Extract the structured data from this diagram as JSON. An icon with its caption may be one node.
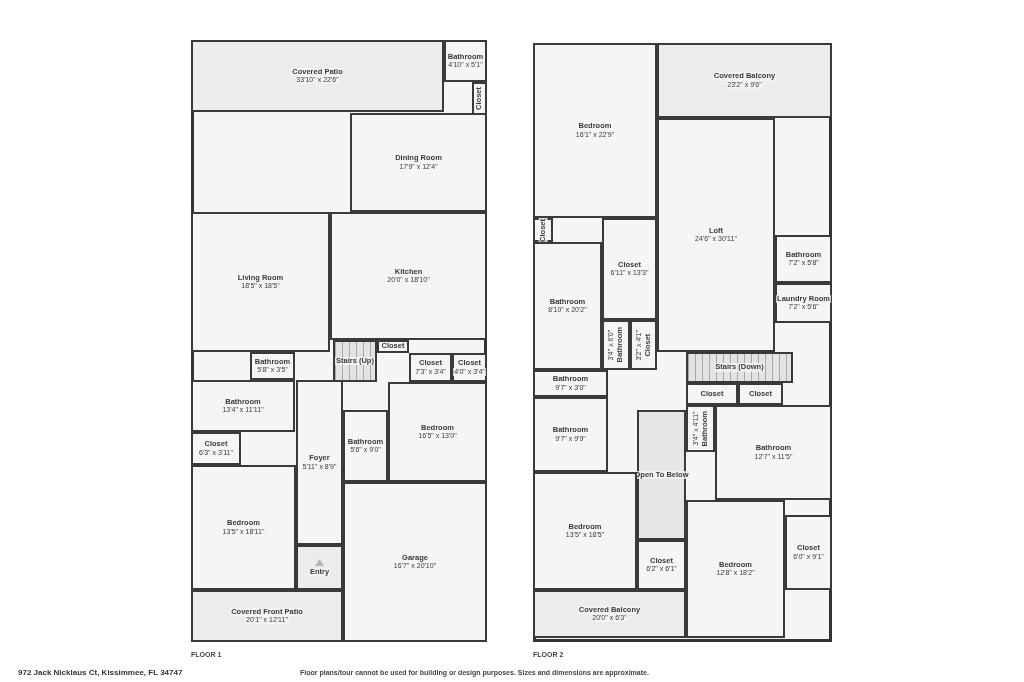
{
  "diagram": {
    "nodes": [
      {
        "text": [
          "FLOOR 1"
        ]
      },
      {
        "text": [
          "Covered Patio",
          "33'10\" x 22'6\""
        ],
        "in": 0
      },
      {
        "text": [
          "Bathroom",
          "4'10\" x 5'1\""
        ],
        "in": 0
      },
      {
        "text": [
          "Closet"
        ],
        "in": 0
      },
      {
        "text": [
          "Dining Room",
          "17'9\" x 12'4\""
        ],
        "in": 0
      },
      {
        "text": [
          "Living Room",
          "18'5\" x 18'5\""
        ],
        "in": 0
      },
      {
        "text": [
          "Kitchen",
          "20'0\" x 18'10\""
        ],
        "in": 0
      },
      {
        "text": [
          "Closet"
        ],
        "in": 0
      },
      {
        "text": [
          "Stairs (Up)"
        ],
        "in": 0
      },
      {
        "text": [
          "Closet",
          "7'3\" x 3'4\""
        ],
        "in": 0
      },
      {
        "text": [
          "Closet",
          "4'0\" x 3'4\""
        ],
        "in": 0
      },
      {
        "text": [
          "Bathroom",
          "5'8\" x 3'5\""
        ],
        "in": 0
      },
      {
        "text": [
          "Bathroom",
          "13'4\" x 11'11\""
        ],
        "in": 0
      },
      {
        "text": [
          "Closet",
          "6'3\" x 3'11\""
        ],
        "in": 0
      },
      {
        "text": [
          "Bathroom",
          "5'6\" x 9'0\""
        ],
        "in": 0
      },
      {
        "text": [
          "Bedroom",
          "16'5\" x 13'0\""
        ],
        "in": 0
      },
      {
        "text": [
          "Bedroom",
          "13'5\" x 18'11\""
        ],
        "in": 0
      },
      {
        "text": [
          "Foyer",
          "5'11\" x 8'9\""
        ],
        "in": 0
      },
      {
        "text": [
          "Entry"
        ],
        "in": 0
      },
      {
        "text": [
          "Covered Front Patio",
          "20'1\" x 12'11\""
        ],
        "in": 0
      },
      {
        "text": [
          "Garage",
          "16'7\" x 20'10\""
        ],
        "in": 0
      },
      {
        "text": [
          "FLOOR 2"
        ]
      },
      {
        "text": [
          "Bedroom",
          "16'1\" x 22'9\""
        ],
        "in": 21
      },
      {
        "text": [
          "Covered Balcony",
          "23'2\" x 9'6\""
        ],
        "in": 21
      },
      {
        "text": [
          "Loft",
          "24'6\" x 30'11\""
        ],
        "in": 21
      },
      {
        "text": [
          "Closet"
        ],
        "in": 21
      },
      {
        "text": [
          "Bathroom",
          "8'10\" x 20'2\""
        ],
        "in": 21
      },
      {
        "text": [
          "Closet",
          "6'11\" x 13'3\""
        ],
        "in": 21
      },
      {
        "text": [
          "Bathroom",
          "3'4\" x 6'0\""
        ],
        "in": 21
      },
      {
        "text": [
          "Closet",
          "3'2\" x 4'1\""
        ],
        "in": 21
      },
      {
        "text": [
          "Bathroom",
          "7'2\" x 5'8\""
        ],
        "in": 21
      },
      {
        "text": [
          "Laundry Room",
          "7'2\" x 5'6\""
        ],
        "in": 21
      },
      {
        "text": [
          "Stairs (Down)"
        ],
        "in": 21
      },
      {
        "text": [
          "Bathroom",
          "9'7\" x 3'0\""
        ],
        "in": 21
      },
      {
        "text": [
          "Bathroom",
          "9'7\" x 9'9\""
        ],
        "in": 21
      },
      {
        "text": [
          "Open To Below"
        ],
        "in": 21
      },
      {
        "text": [
          "Closet"
        ],
        "in": 21
      },
      {
        "text": [
          "Closet"
        ],
        "in": 21
      },
      {
        "text": [
          "Bathroom",
          "3'4\" x 4'11\""
        ],
        "in": 21
      },
      {
        "text": [
          "Bathroom",
          "12'7\" x 11'5\""
        ],
        "in": 21
      },
      {
        "text": [
          "Bedroom",
          "13'5\" x 18'5\""
        ],
        "in": 21
      },
      {
        "text": [
          "Closet",
          "6'2\" x 6'1\""
        ],
        "in": 21
      },
      {
        "text": [
          "Closet",
          "6'0\" x 9'1\""
        ],
        "in": 21
      },
      {
        "text": [
          "Bedroom",
          "12'8\" x 18'2\""
        ],
        "in": 21
      },
      {
        "text": [
          "Covered Balcony",
          "20'0\" x 6'3\""
        ],
        "in": 21
      }
    ],
    "labels": [
      "972 Jack Nicklaus Ct, Kissimmee, FL 34747",
      "Floor plans/tour cannot be used for building or design purposes. Sizes and dimensions are approximate."
    ]
  }
}
